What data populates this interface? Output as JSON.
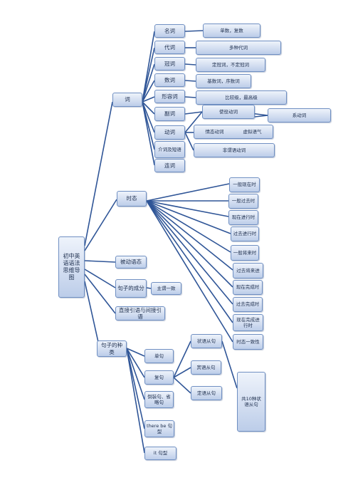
{
  "root": "初中英语语法思维导图",
  "branches": {
    "ci": "词",
    "shitai": "时态",
    "beidong": "被动语态",
    "chengfen": "句子的成分",
    "yinyu": "直接引语与间接引语",
    "zhonglei": "句子的种类"
  },
  "word_classes": {
    "mingci": "名词",
    "daici": "代词",
    "guanci": "冠词",
    "shuci": "数词",
    "xingrongci": "形容词",
    "fuci": "副词",
    "dongci": "动词",
    "jieci": "介词及短语",
    "lianci": "连词"
  },
  "word_details": {
    "mingci": "单数，复数",
    "daici": "多种代词",
    "guanci": "定冠词，不定冠词",
    "shuci": "基数词，序数词",
    "xingrongci": "比较级，最高级",
    "shiyi": "使役动词",
    "xidong": "系动词",
    "qingtai": "情态动词",
    "xuni": "虚拟语气",
    "feiweiyu": "非谓语动词"
  },
  "tenses": [
    "一般现在时",
    "一般过去时",
    "现在进行时",
    "过去进行时",
    "一般将来时",
    "过去将来进",
    "现在完成时",
    "过去完成时",
    "现在完成进行时",
    "时态一致性"
  ],
  "sentence_parts": {
    "zhuwei": "主谓一致"
  },
  "sentence_types": {
    "danju": "单句",
    "fuju": "复句",
    "daozhuang": "倒装句、省略句",
    "therebe": "there be 句型",
    "it": "it 句型"
  },
  "clauses": {
    "zhuangyu": "状语从句",
    "binyu": "宾语从句",
    "dingyu": "定语从句",
    "ten": "共10种状语从句"
  },
  "colors": {
    "line": "#2f5597",
    "border": "#6f8fc2",
    "fill": "#d3def1"
  }
}
